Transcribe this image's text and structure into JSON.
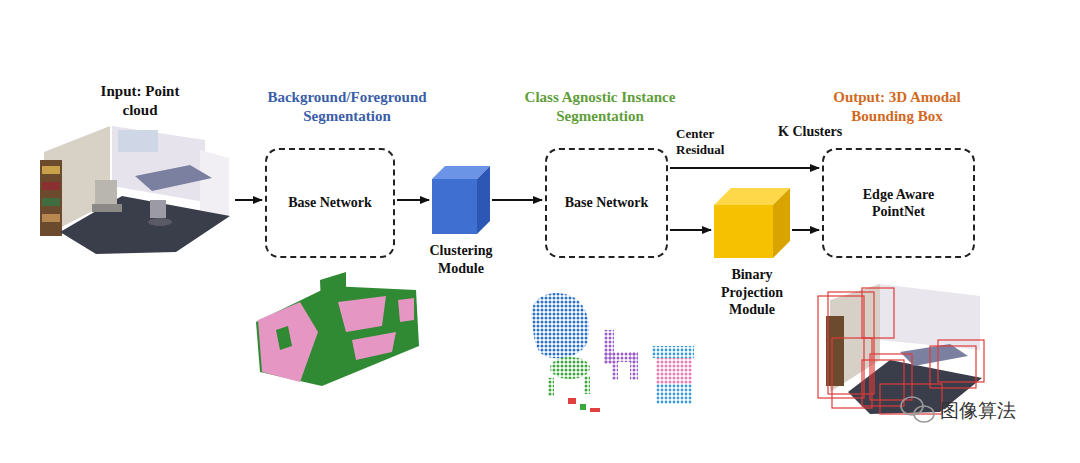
{
  "diagram": {
    "nodes": [
      {
        "text": [
          "Input: Point cloud"
        ]
      },
      {
        "text": [
          "Background/Foreground Segmentation",
          "Base Network"
        ]
      },
      {
        "text": [
          "Clustering Module"
        ]
      },
      {
        "text": [
          "Class Agnostic Instance Segmentation",
          "Base Network"
        ]
      },
      {
        "text": [
          "Binary Projection Module"
        ]
      },
      {
        "text": [
          "Output: 3D Amodal Bounding Box",
          "Edge Aware PointNet"
        ]
      }
    ],
    "edges": [
      {
        "from": 0,
        "to": 1,
        "arrow": "to"
      },
      {
        "from": 1,
        "to": 2,
        "arrow": "to"
      },
      {
        "from": 2,
        "to": 3,
        "arrow": "to"
      },
      {
        "from": 3,
        "to": 5,
        "label": "Center Residual",
        "arrow": "to"
      },
      {
        "from": 3,
        "to": 4,
        "arrow": "to"
      },
      {
        "from": 4,
        "to": 5,
        "arrow": "to"
      }
    ],
    "labels": [
      "K Clusters",
      "图像算法"
    ]
  }
}
